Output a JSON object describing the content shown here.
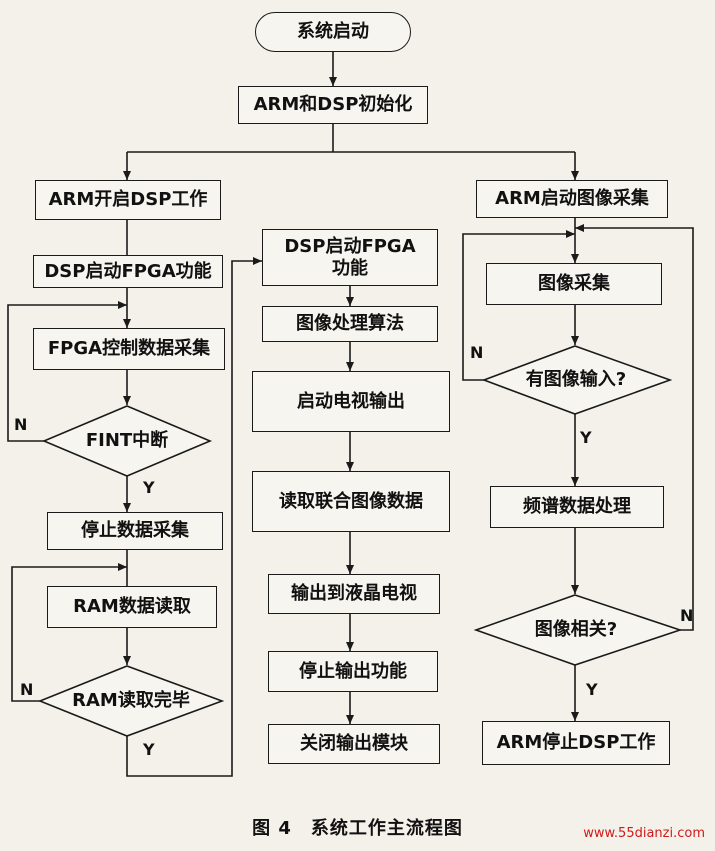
{
  "nodes": {
    "start": "系统启动",
    "init": "ARM和DSP初始化",
    "arm_start_dsp": "ARM开启DSP工作",
    "dsp_start_fpga_left": "DSP启动FPGA功能",
    "fpga_ctrl": "FPGA控制数据采集",
    "fint": "FINT中断",
    "stop_collect": "停止数据采集",
    "ram_read": "RAM数据读取",
    "ram_done": "RAM读取完毕",
    "dsp_start_fpga_mid": "DSP启动FPGA\n功能",
    "img_algo": "图像处理算法",
    "tv_out": "启动电视输出",
    "read_joint": "读取联合图像数据",
    "out_lcd": "输出到液晶电视",
    "stop_out": "停止输出功能",
    "close_out": "关闭输出模块",
    "arm_start_img": "ARM启动图像采集",
    "img_collect": "图像采集",
    "has_input": "有图像输入?",
    "freq_proc": "频谱数据处理",
    "img_corr": "图像相关?",
    "arm_stop_dsp": "ARM停止DSP工作"
  },
  "labels": {
    "yes": "Y",
    "no": "N"
  },
  "caption": "图 4　系统工作主流程图",
  "watermark": "www.55dianzi.com"
}
